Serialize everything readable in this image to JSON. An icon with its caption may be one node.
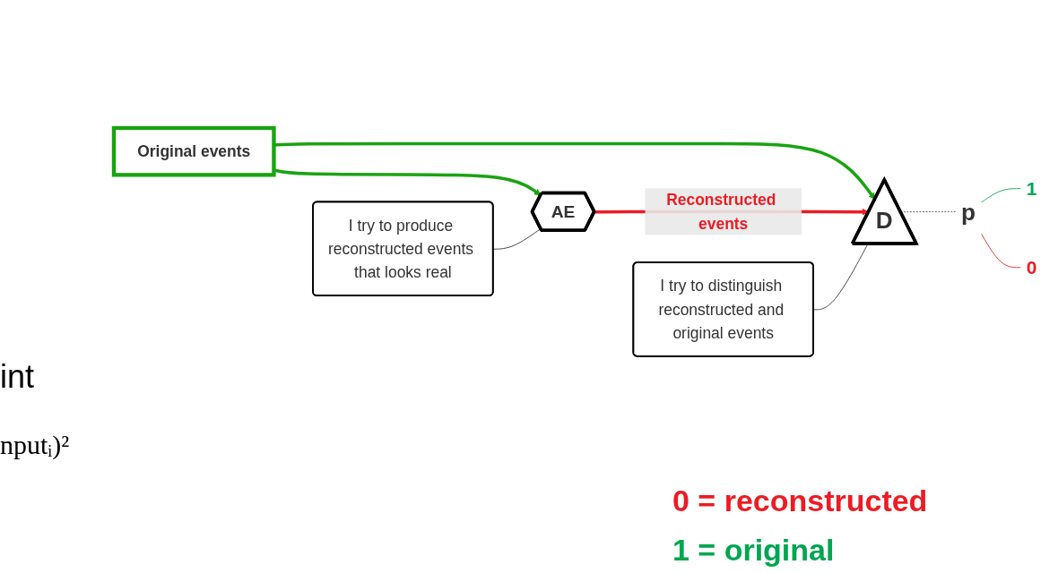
{
  "diagram": {
    "nodes": [
      {
        "text": [
          "Original events"
        ]
      },
      {
        "text": [
          "AE"
        ]
      },
      {
        "text": [
          "D"
        ]
      },
      {
        "text": [
          "p"
        ]
      },
      {
        "text": [
          "1"
        ]
      },
      {
        "text": [
          "0"
        ]
      },
      {
        "text": [
          "I try to produce reconstructed events that looks real"
        ]
      },
      {
        "text": [
          "I try to distinguish reconstructed and original events"
        ]
      }
    ],
    "edges": [
      {
        "from": 0,
        "to": 2,
        "arrow": "to",
        "color": "#1aa312",
        "style": "thick"
      },
      {
        "from": 0,
        "to": 1,
        "arrow": "to",
        "color": "#1aa312",
        "style": "thick"
      },
      {
        "from": 1,
        "to": 2,
        "arrow": "to",
        "label": "Reconstructed events",
        "color": "#ed1c24",
        "style": "thick"
      },
      {
        "from": 2,
        "to": 3,
        "arrow": "none",
        "style": "dashed"
      },
      {
        "from": 3,
        "to": 4,
        "arrow": "none",
        "color": "#00a651"
      },
      {
        "from": 3,
        "to": 5,
        "arrow": "none",
        "color": "#ed1c24"
      },
      {
        "from": 6,
        "to": 1,
        "arrow": "none"
      },
      {
        "from": 7,
        "to": 2,
        "arrow": "none"
      }
    ],
    "labels": [
      "int",
      "nputᵢ)²",
      "0 = reconstructed",
      "1 = original"
    ]
  }
}
